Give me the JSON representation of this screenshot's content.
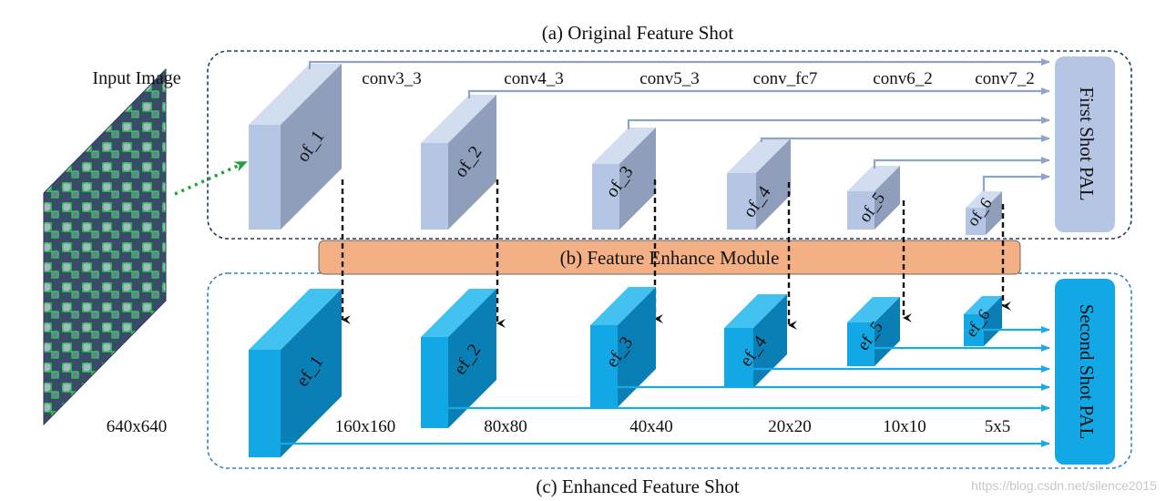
{
  "sections": {
    "original_title": "(a) Original Feature Shot",
    "enhance_title": "(b) Feature Enhance Module",
    "enhanced_title": "(c) Enhanced Feature Shot"
  },
  "input": {
    "label": "Input Image",
    "size_label": "640x640"
  },
  "layers": [
    {
      "conv": "conv3_3",
      "of": "of_1",
      "ef": "ef_1",
      "size": "160x160"
    },
    {
      "conv": "conv4_3",
      "of": "of_2",
      "ef": "ef_2",
      "size": "80x80"
    },
    {
      "conv": "conv5_3",
      "of": "of_3",
      "ef": "ef_3",
      "size": "40x40"
    },
    {
      "conv": "conv_fc7",
      "of": "of_4",
      "ef": "ef_4",
      "size": "20x20"
    },
    {
      "conv": "conv6_2",
      "of": "of_5",
      "ef": "ef_5",
      "size": "10x10"
    },
    {
      "conv": "conv7_2",
      "of": "of_6",
      "ef": "ef_6",
      "size": "5x5"
    }
  ],
  "pal": {
    "first": "First Shot PAL",
    "second": "Second Shot PAL"
  },
  "watermark": "https://blog.csdn.net/silence2015",
  "colors": {
    "of_front": "#b4c6e4",
    "of_top": "#d2ddf0",
    "of_side": "#8f9fbb",
    "ef_front": "#12a8e6",
    "ef_top": "#43c2f2",
    "ef_side": "#0a7fb6",
    "fem_fill": "#f2b084",
    "first_pal_fill": "#b4c6e4",
    "second_pal_fill": "#12a8e6",
    "dashed_border": "#1f3d66",
    "arrow_blue": "#8ea4c8",
    "arrow_cyan": "#19a9e8",
    "input_arrow": "#1fa33a"
  }
}
